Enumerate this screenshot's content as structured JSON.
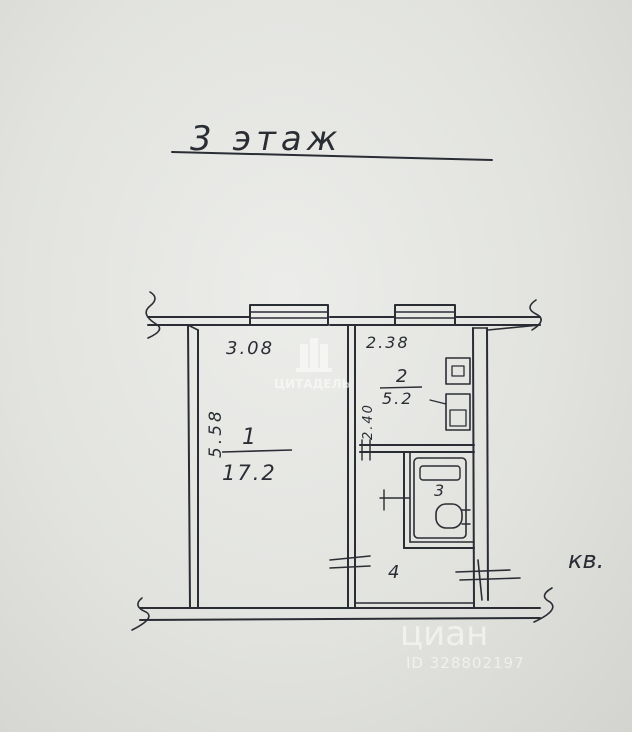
{
  "title": "3 этаж",
  "labels": {
    "room1_number": "1",
    "room1_area": "17.2",
    "room1_width": "3.08",
    "room1_length": "5.58",
    "room2_number": "2",
    "room2_area": "5.2",
    "room2_width": "2.38",
    "room2_side": "2.40",
    "room3_number": "3",
    "corridor_number": "4",
    "apartment_abbr": "кв."
  },
  "watermarks": {
    "center": "ЦИТАДЕЛЬ",
    "bottom_brand": "циан",
    "bottom_id": "ID 328802197"
  },
  "colors": {
    "ink": "#2a2d34",
    "paper": "#e4e5e1"
  }
}
